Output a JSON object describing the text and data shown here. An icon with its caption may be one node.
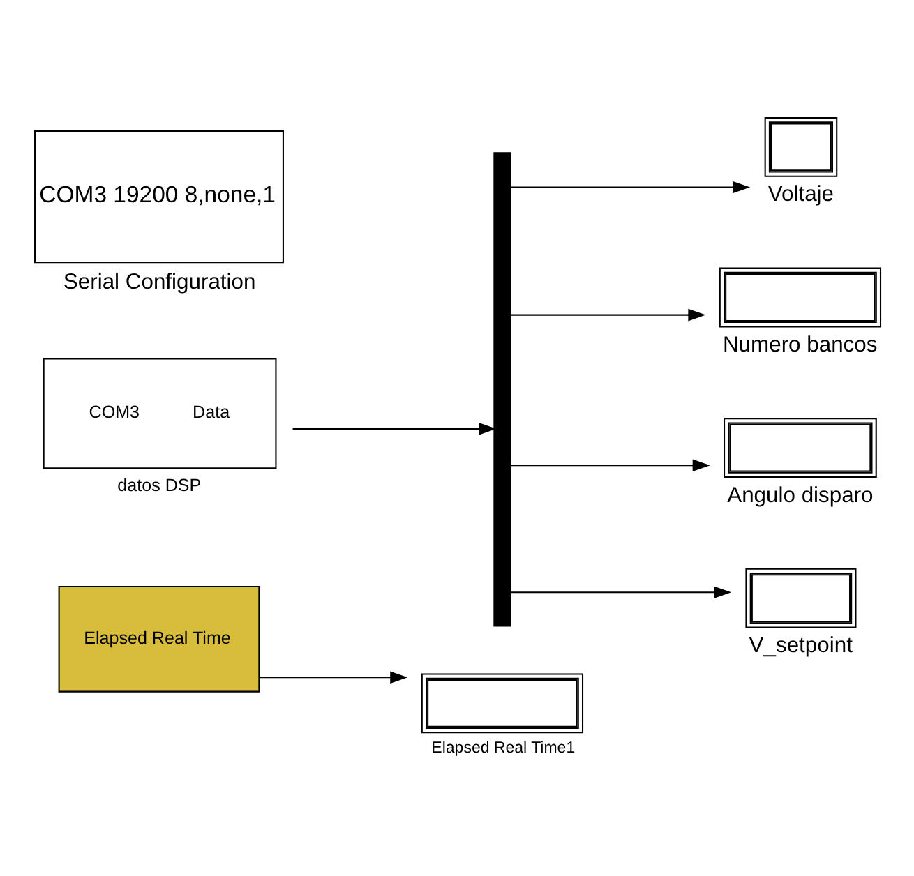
{
  "diagram": {
    "nodes": [
      {
        "text": [
          "COM3 19200 8,none,1",
          "Serial Configuration"
        ]
      },
      {
        "text": [
          "COM3",
          "Data",
          "datos DSP"
        ]
      },
      {
        "text": [],
        "shape": "bar"
      },
      {
        "text": [
          "Voltaje"
        ]
      },
      {
        "text": [
          "Numero bancos"
        ]
      },
      {
        "text": [
          "Angulo disparo"
        ]
      },
      {
        "text": [
          "V_setpoint"
        ]
      },
      {
        "text": [
          "Elapsed Real Time"
        ]
      },
      {
        "text": [
          "Elapsed Real Time1"
        ]
      }
    ],
    "edges": [
      {
        "from": 1,
        "to": 2,
        "arrow": "to"
      },
      {
        "from": 2,
        "to": 3,
        "arrow": "to"
      },
      {
        "from": 2,
        "to": 4,
        "arrow": "to"
      },
      {
        "from": 2,
        "to": 5,
        "arrow": "to"
      },
      {
        "from": 2,
        "to": 6,
        "arrow": "to"
      },
      {
        "from": 7,
        "to": 8,
        "arrow": "to"
      }
    ]
  }
}
